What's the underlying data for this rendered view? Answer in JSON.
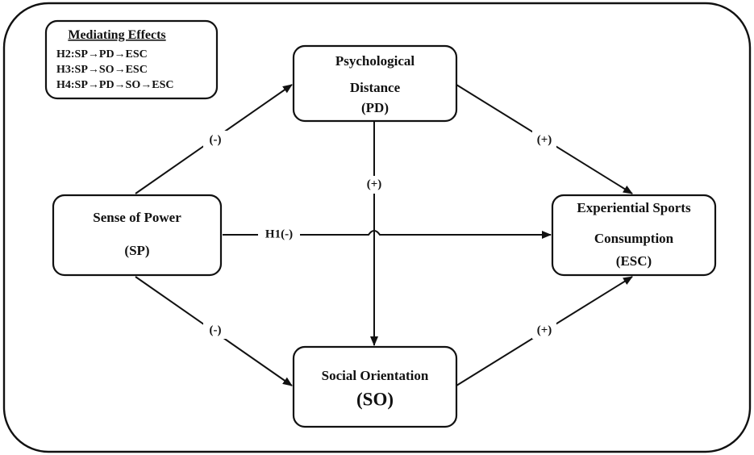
{
  "legend": {
    "title": "Mediating Effects",
    "items": [
      "H2:SP→PD→ESC",
      "H3:SP→SO→ESC",
      "H4:SP→PD→SO→ESC"
    ]
  },
  "nodes": {
    "pd": {
      "line1": "Psychological",
      "line2": "Distance",
      "code": "(PD)"
    },
    "sp": {
      "line1": "Sense of Power",
      "code": "(SP)"
    },
    "esc": {
      "line1": "Experiential Sports",
      "line2": "Consumption",
      "code": "(ESC)"
    },
    "so": {
      "line1": "Social Orientation",
      "code": "(SO)"
    }
  },
  "edges": {
    "sp_pd": "(-)",
    "sp_so": "(-)",
    "pd_so": "(+)",
    "pd_esc": "(+)",
    "so_esc": "(+)",
    "sp_esc": "H1(-)"
  },
  "colors": {
    "stroke": "#111111",
    "background": "#ffffff"
  }
}
